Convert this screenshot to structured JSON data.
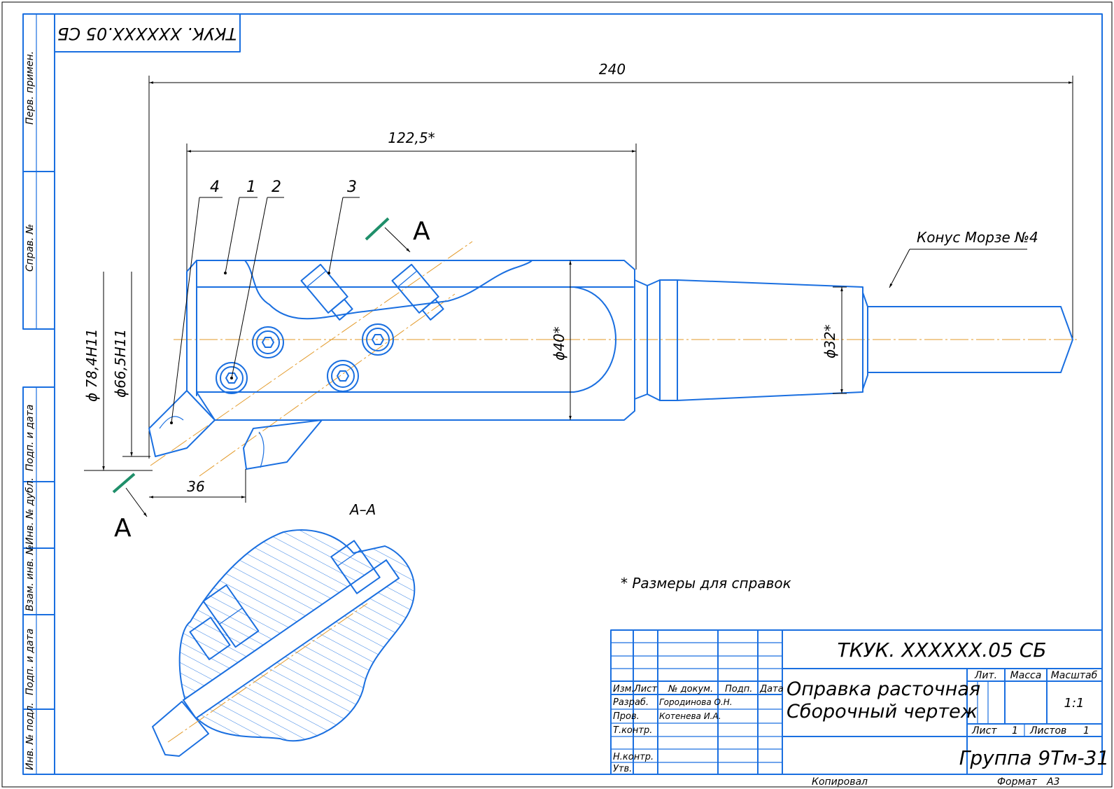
{
  "document_code": "ТКУК. ХХХХХХ.05 СБ",
  "dimensions": {
    "overall_length": "240",
    "body_length": "122,5*",
    "body_diameter": "ϕ40*",
    "taper_diameter": "ϕ32*",
    "bore_diameter_large": "ϕ 78,4H11",
    "bore_diameter_small": "ϕ66,5H11",
    "offset": "36"
  },
  "callouts": [
    "4",
    "1",
    "2",
    "3"
  ],
  "taper_label": "Конус Морзе №4",
  "section": {
    "marker": "А",
    "title": "А–А"
  },
  "note": "* Размеры для справок",
  "left_strip": {
    "perv_primen": "Перв. примен.",
    "sprav_no": "Справ. №",
    "podp_data_1": "Подп. и дата",
    "inv_dubl": "Инв. № дубл.",
    "vzam_inv": "Взам. инв. №",
    "podp_data_2": "Подп. и дата",
    "inv_podl": "Инв. № подл."
  },
  "title_block": {
    "headers": {
      "izm": "Изм.",
      "list": "Лист",
      "n_dokum": "№ докум.",
      "podp": "Подп.",
      "data": "Дата"
    },
    "roles": {
      "razrab": "Разраб.",
      "razrab_name": "Городинова О.Н.",
      "prov": "Пров.",
      "prov_name": "Котенева И.А.",
      "t_kontr": "Т.контр.",
      "n_kontr": "Н.контр.",
      "utv": "Утв."
    },
    "title_line1": "Оправка расточная",
    "title_line2": "Сборочный чертеж",
    "lit": "Лит.",
    "massa": "Масса",
    "masshtab": "Масштаб",
    "scale_value": "1:1",
    "sheet_label": "Лист",
    "sheet_value": "1",
    "sheets_label": "Листов",
    "sheets_value": "1",
    "group": "Группа 9Тм-31"
  },
  "footer": {
    "copied": "Копировал",
    "format_label": "Формат",
    "format_value": "А3"
  }
}
